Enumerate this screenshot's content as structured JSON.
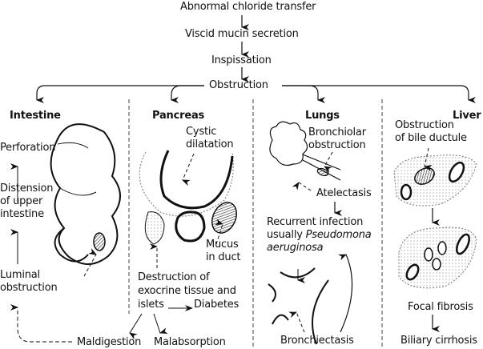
{
  "flow": {
    "step1": "Abnormal chloride transfer",
    "step2": "Viscid mucin secretion",
    "step3": "Inspissation",
    "step4": "Obstruction"
  },
  "sections": {
    "intestine": {
      "title": "Intestine",
      "perforation": "Perforation",
      "distension": [
        "Distension",
        "of upper",
        "intestine"
      ],
      "luminal": [
        "Luminal",
        "obstruction"
      ]
    },
    "pancreas": {
      "title": "Pancreas",
      "cystic": [
        "Cystic",
        "dilatation"
      ],
      "mucus": [
        "Mucus",
        "in duct"
      ],
      "destruction": [
        "Destruction of",
        "exocrine tissue and",
        "islets"
      ],
      "diabetes": "Diabetes",
      "maldigestion": "Maldigestion",
      "malabsorption": "Malabsorption"
    },
    "lungs": {
      "title": "Lungs",
      "bronchiolar": [
        "Bronchiolar",
        "obstruction"
      ],
      "atelectasis": "Atelectasis",
      "infection_line1": "Recurrent infection",
      "infection_line2_prefix": "usually ",
      "infection_organism_1": "Pseudomona",
      "infection_organism_2": "aeruginosa",
      "bronchiectasis": "Bronchiectasis"
    },
    "liver": {
      "title": "Liver",
      "obstruction": [
        "Obstruction",
        "of bile ductule"
      ],
      "focal": "Focal fibrosis",
      "biliary": "Biliary cirrhosis"
    }
  }
}
